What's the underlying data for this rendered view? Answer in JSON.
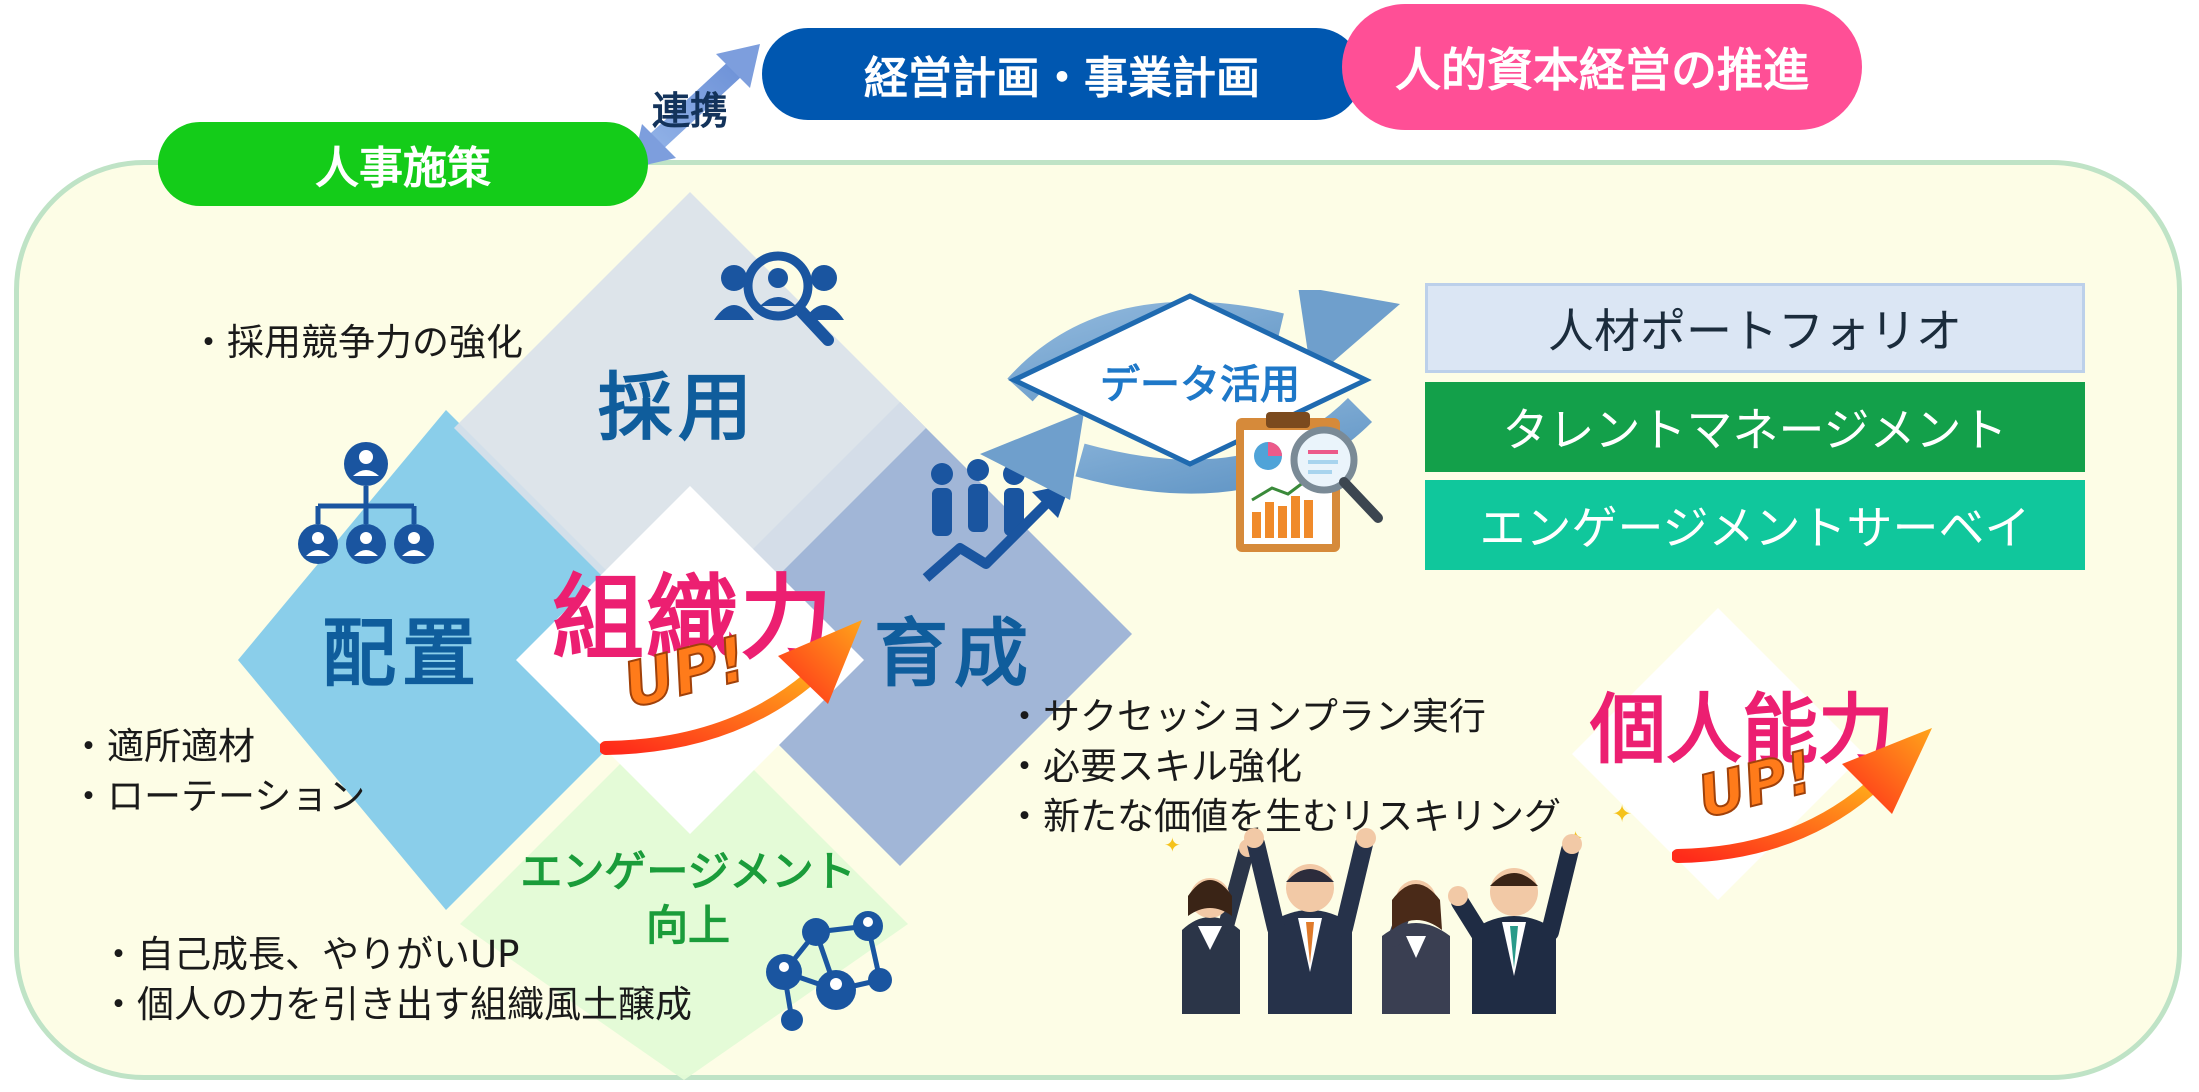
{
  "header": {
    "hr_policy": "人事施策",
    "business_plan": "経営計画・事業計画",
    "human_capital": "人的資本経営の推進",
    "link_label": "連携"
  },
  "quadrants": {
    "recruit": {
      "label": "採用",
      "notes": [
        "・採用競争力の強化"
      ]
    },
    "placement": {
      "label": "配置",
      "notes": [
        "・適所適材",
        "・ローテーション"
      ]
    },
    "development": {
      "label": "育成",
      "notes": [
        "・サクセッションプラン実行",
        "・必要スキル強化",
        "・新たな価値を生むリスキリング"
      ]
    },
    "engagement": {
      "label_line1": "エンゲージメント",
      "label_line2": "向上",
      "notes": [
        "・自己成長、やりがいUP",
        "・個人の力を引き出す組織風土醸成"
      ]
    }
  },
  "center": {
    "title": "組織力",
    "up": "UP!"
  },
  "data_use": {
    "label": "データ活用"
  },
  "tools": [
    "人材ポートフォリオ",
    "タレントマネージメント",
    "エンゲージメントサーベイ"
  ],
  "individual": {
    "title": "個人能力",
    "up": "UP!"
  },
  "colors": {
    "green_pill": "#14cc19",
    "blue_pill": "#0057b0",
    "pink_pill": "#ff4f96",
    "accent_pink": "#ec1f71",
    "quad_text": "#0f5d9c"
  }
}
